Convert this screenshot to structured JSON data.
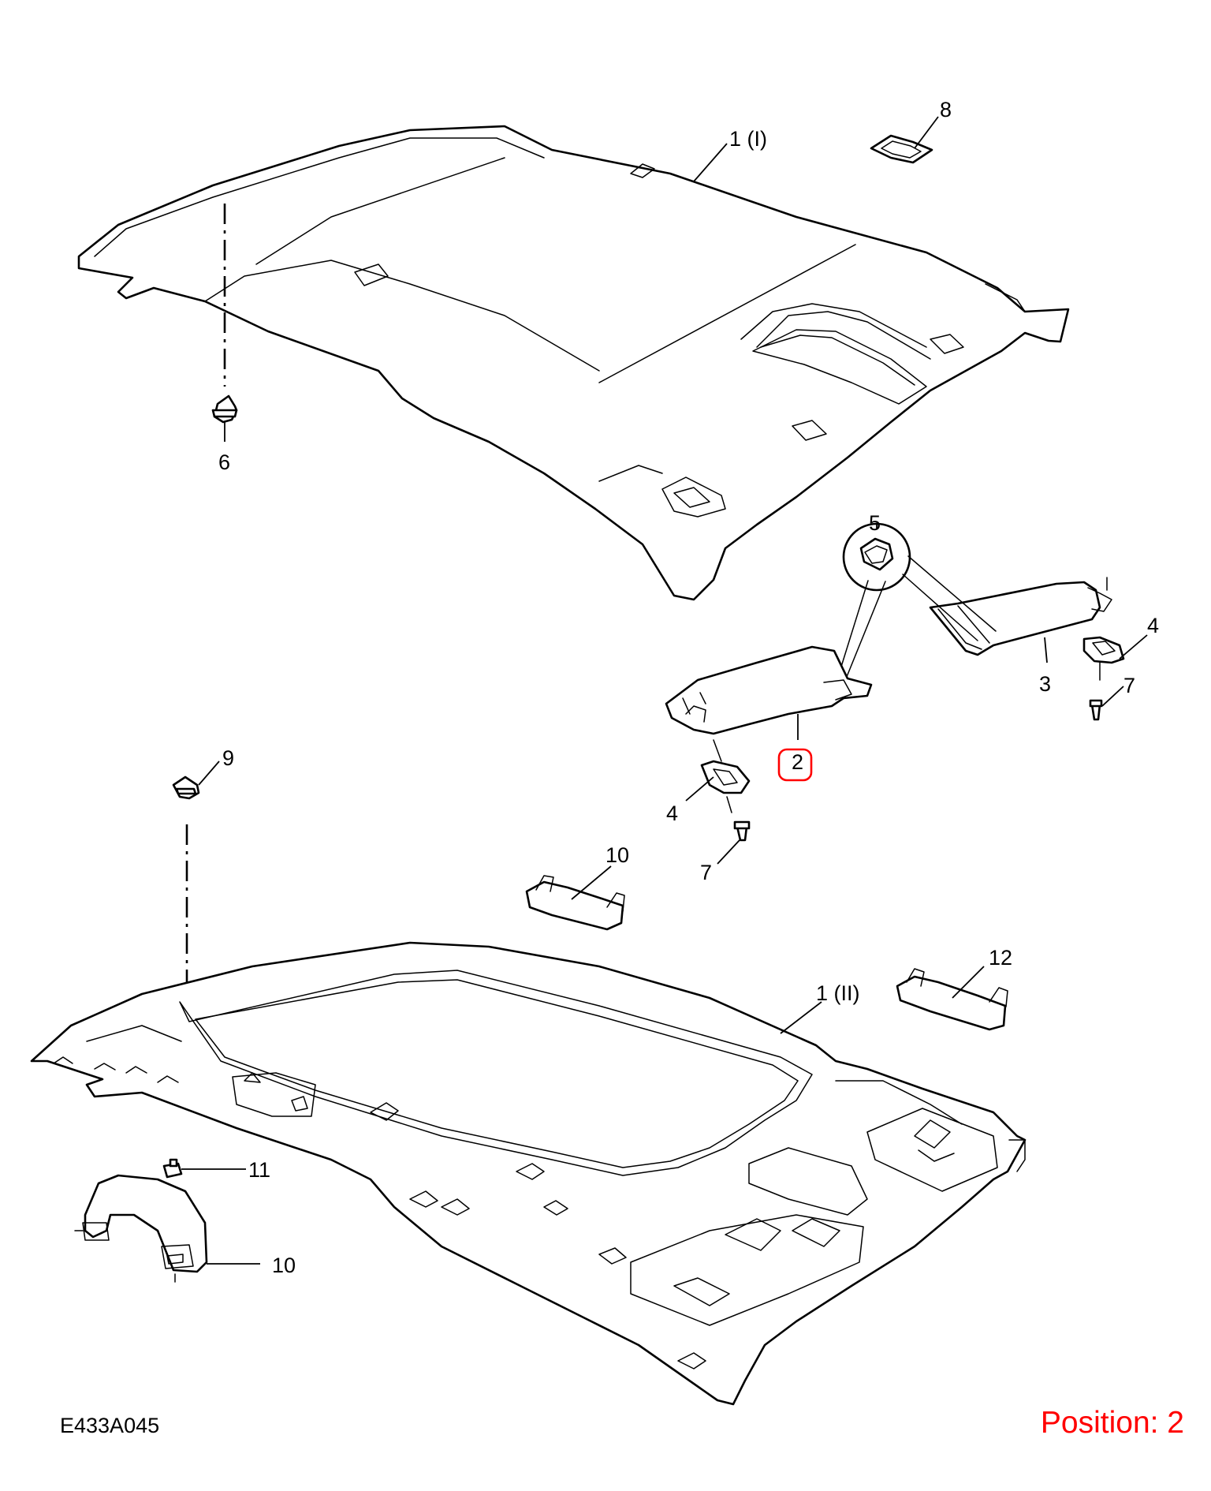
{
  "diagram": {
    "callouts": {
      "c1_upper": "1 (I)",
      "c8": "8",
      "c6": "6",
      "c5": "5",
      "c4_right": "4",
      "c3": "3",
      "c7_right": "7",
      "c2": "2",
      "c4_left": "4",
      "c7_left": "7",
      "c9": "9",
      "c10_upper": "10",
      "c1_lower": "1 (II)",
      "c12": "12",
      "c11": "11",
      "c10_lower": "10"
    },
    "drawing_code": "E433A045",
    "position_label": "Position: 2",
    "colors": {
      "line": "#000000",
      "highlight": "#ff0000",
      "background": "#ffffff"
    }
  }
}
